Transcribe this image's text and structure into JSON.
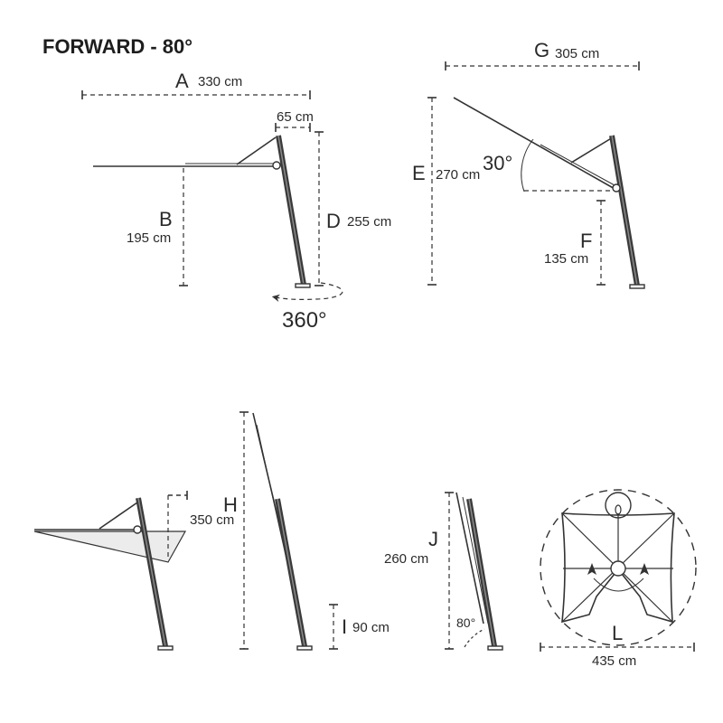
{
  "title": "FORWARD - 80°",
  "panel_forward": {
    "A": {
      "letter": "A",
      "value": "330 cm"
    },
    "arm_offset": "65 cm",
    "B": {
      "letter": "B",
      "value": "195 cm"
    },
    "D": {
      "letter": "D",
      "value": "255 cm"
    },
    "rotation": "360°"
  },
  "panel_tilt": {
    "G": {
      "letter": "G",
      "value": "305 cm"
    },
    "E": {
      "letter": "E",
      "value": "270 cm"
    },
    "angle": "30°",
    "F": {
      "letter": "F",
      "value": "135 cm"
    }
  },
  "panel_side": {
    "value": "350 cm"
  },
  "panel_closed": {
    "H": {
      "letter": "H"
    },
    "I": {
      "letter": "I",
      "value": "90 cm"
    }
  },
  "panel_folded": {
    "J": {
      "letter": "J",
      "value": "260 cm"
    },
    "angle": "80°"
  },
  "panel_top": {
    "L": {
      "letter": "L",
      "value": "435 cm"
    }
  }
}
